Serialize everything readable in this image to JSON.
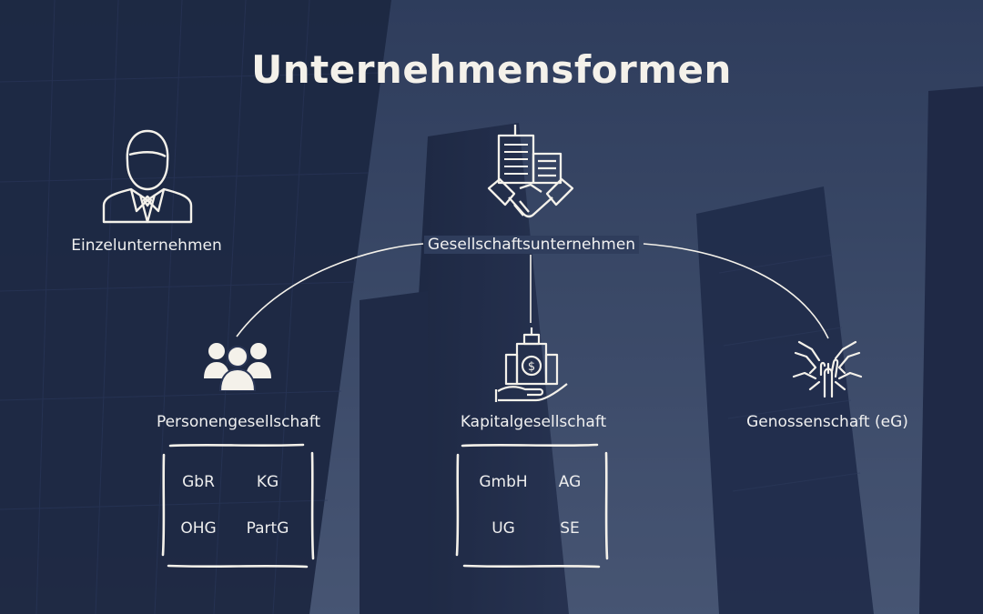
{
  "title": "Unternehmensformen",
  "colors": {
    "background": "#2e3b5a",
    "accent": "#f4f1ea"
  },
  "nodes": {
    "einzel": {
      "label": "Einzelunternehmen",
      "icon": "businessman-icon"
    },
    "gesellschaft": {
      "label": "Gesellschaftsunternehmen",
      "icon": "building-handshake-icon"
    },
    "personen": {
      "label": "Personengesellschaft",
      "icon": "group-people-icon",
      "forms": [
        "GbR",
        "KG",
        "OHG",
        "PartG"
      ]
    },
    "kapital": {
      "label": "Kapitalgesellschaft",
      "icon": "building-money-hand-icon",
      "forms": [
        "GmbH",
        "AG",
        "UG",
        "SE"
      ]
    },
    "genossen": {
      "label": "Genossenschaft (eG)",
      "icon": "joined-hands-icon"
    }
  }
}
